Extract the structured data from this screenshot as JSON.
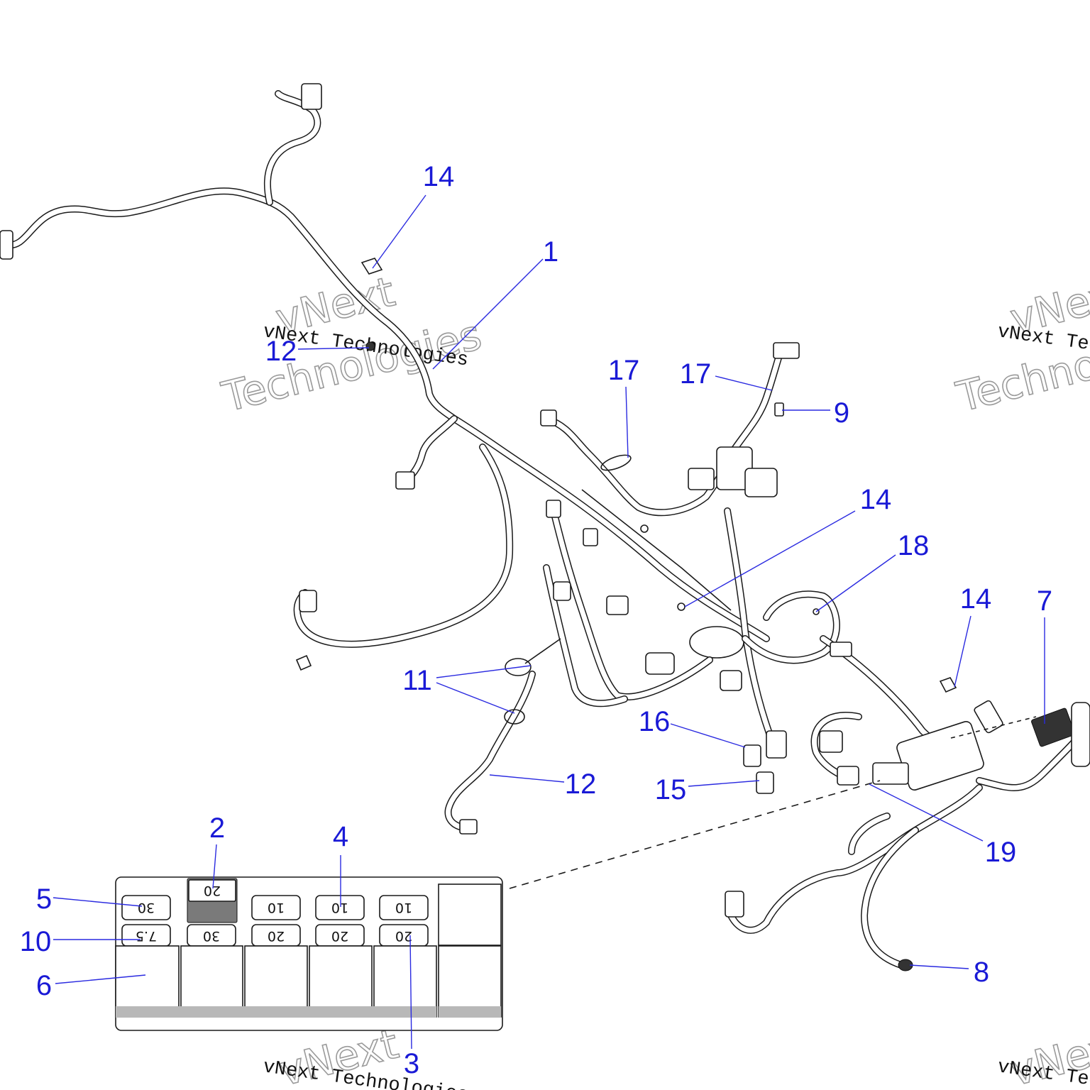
{
  "callouts": [
    {
      "id": "c14a",
      "label": "14"
    },
    {
      "id": "c1",
      "label": "1"
    },
    {
      "id": "c12a",
      "label": "12"
    },
    {
      "id": "c17a",
      "label": "17"
    },
    {
      "id": "c17b",
      "label": "17"
    },
    {
      "id": "c9",
      "label": "9"
    },
    {
      "id": "c14b",
      "label": "14"
    },
    {
      "id": "c18",
      "label": "18"
    },
    {
      "id": "c14c",
      "label": "14"
    },
    {
      "id": "c7",
      "label": "7"
    },
    {
      "id": "c11",
      "label": "11"
    },
    {
      "id": "c16",
      "label": "16"
    },
    {
      "id": "c15",
      "label": "15"
    },
    {
      "id": "c12b",
      "label": "12"
    },
    {
      "id": "c19",
      "label": "19"
    },
    {
      "id": "c8",
      "label": "8"
    },
    {
      "id": "c2",
      "label": "2"
    },
    {
      "id": "c4",
      "label": "4"
    },
    {
      "id": "c5",
      "label": "5"
    },
    {
      "id": "c10",
      "label": "10"
    },
    {
      "id": "c6",
      "label": "6"
    },
    {
      "id": "c3",
      "label": "3"
    }
  ],
  "fuse_box": {
    "top_row": [
      "30",
      "20",
      "10",
      "10",
      "10"
    ],
    "bottom_row": [
      "7.5",
      "30",
      "20",
      "20",
      "20"
    ]
  },
  "watermark": {
    "brand_line": "vNext Technologies",
    "word_top": "vNext",
    "word_bottom": "Technologies"
  }
}
